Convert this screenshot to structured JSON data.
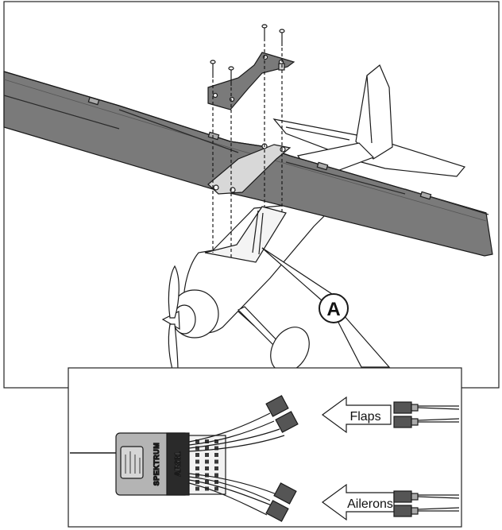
{
  "callout": {
    "letter": "A"
  },
  "receiver": {
    "brand": "SPEKTRUM",
    "model": "AR631"
  },
  "arrows": [
    {
      "label": "Flaps"
    },
    {
      "label": "Ailerons"
    }
  ],
  "colors": {
    "wing": "#7a7a7a",
    "wing_dark": "#5e5e5e",
    "outline": "#1a1a1a",
    "receiver_body": "#b4b4b4",
    "receiver_panel": "#2a2a2a"
  }
}
